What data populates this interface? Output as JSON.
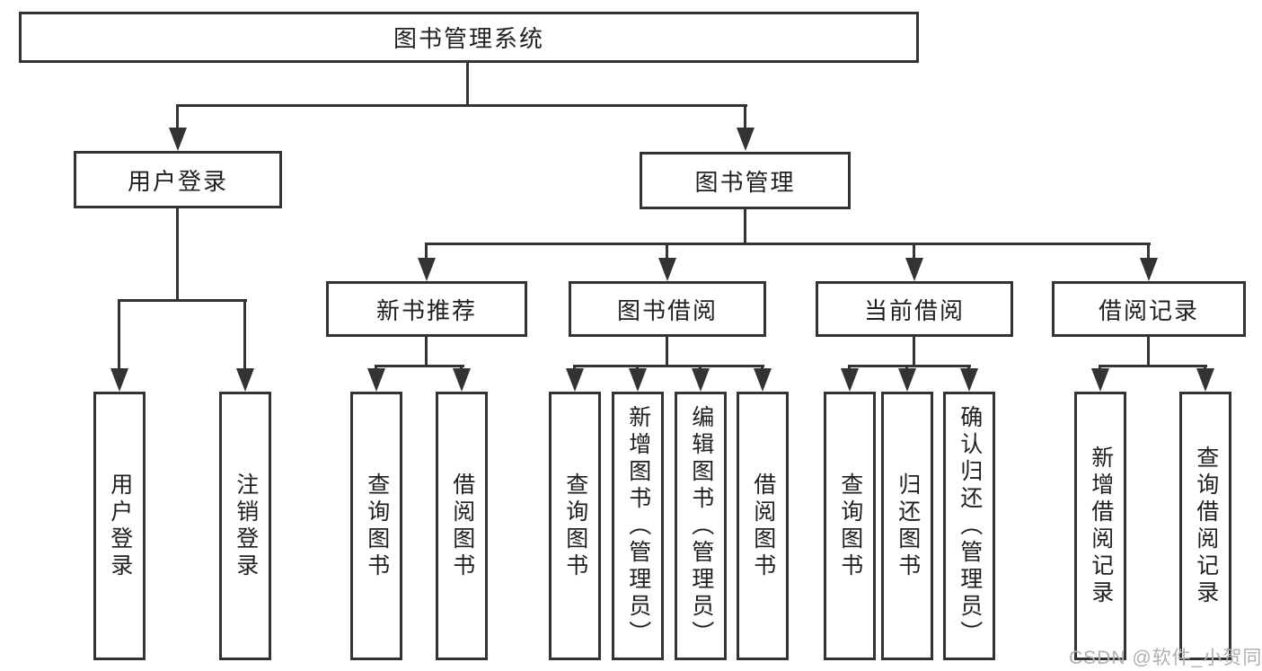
{
  "diagram": {
    "root": {
      "label": "图书管理系统"
    },
    "level2": [
      {
        "label": "用户登录"
      },
      {
        "label": "图书管理"
      }
    ],
    "level3": [
      {
        "label": "新书推荐"
      },
      {
        "label": "图书借阅"
      },
      {
        "label": "当前借阅"
      },
      {
        "label": "借阅记录"
      }
    ],
    "leaves": {
      "user_login": [
        "用户登录",
        "注销登录"
      ],
      "new_books": [
        "查询图书",
        "借阅图书"
      ],
      "book_borrow": [
        "查询图书",
        "新增图书（管理员）",
        "编辑图书（管理员）",
        "借阅图书"
      ],
      "current_borrow": [
        "查询图书",
        "归还图书",
        "确认归还（管理员）"
      ],
      "borrow_records": [
        "新增借阅记录",
        "查询借阅记录"
      ]
    }
  },
  "watermark": {
    "text": "CSDN @软件_小贺同学"
  },
  "colors": {
    "line": "#333333",
    "box_fill": "#ffffff",
    "text": "#1f1f1f",
    "watermark_gray": "#b0b0b0",
    "background": "#ffffff"
  }
}
